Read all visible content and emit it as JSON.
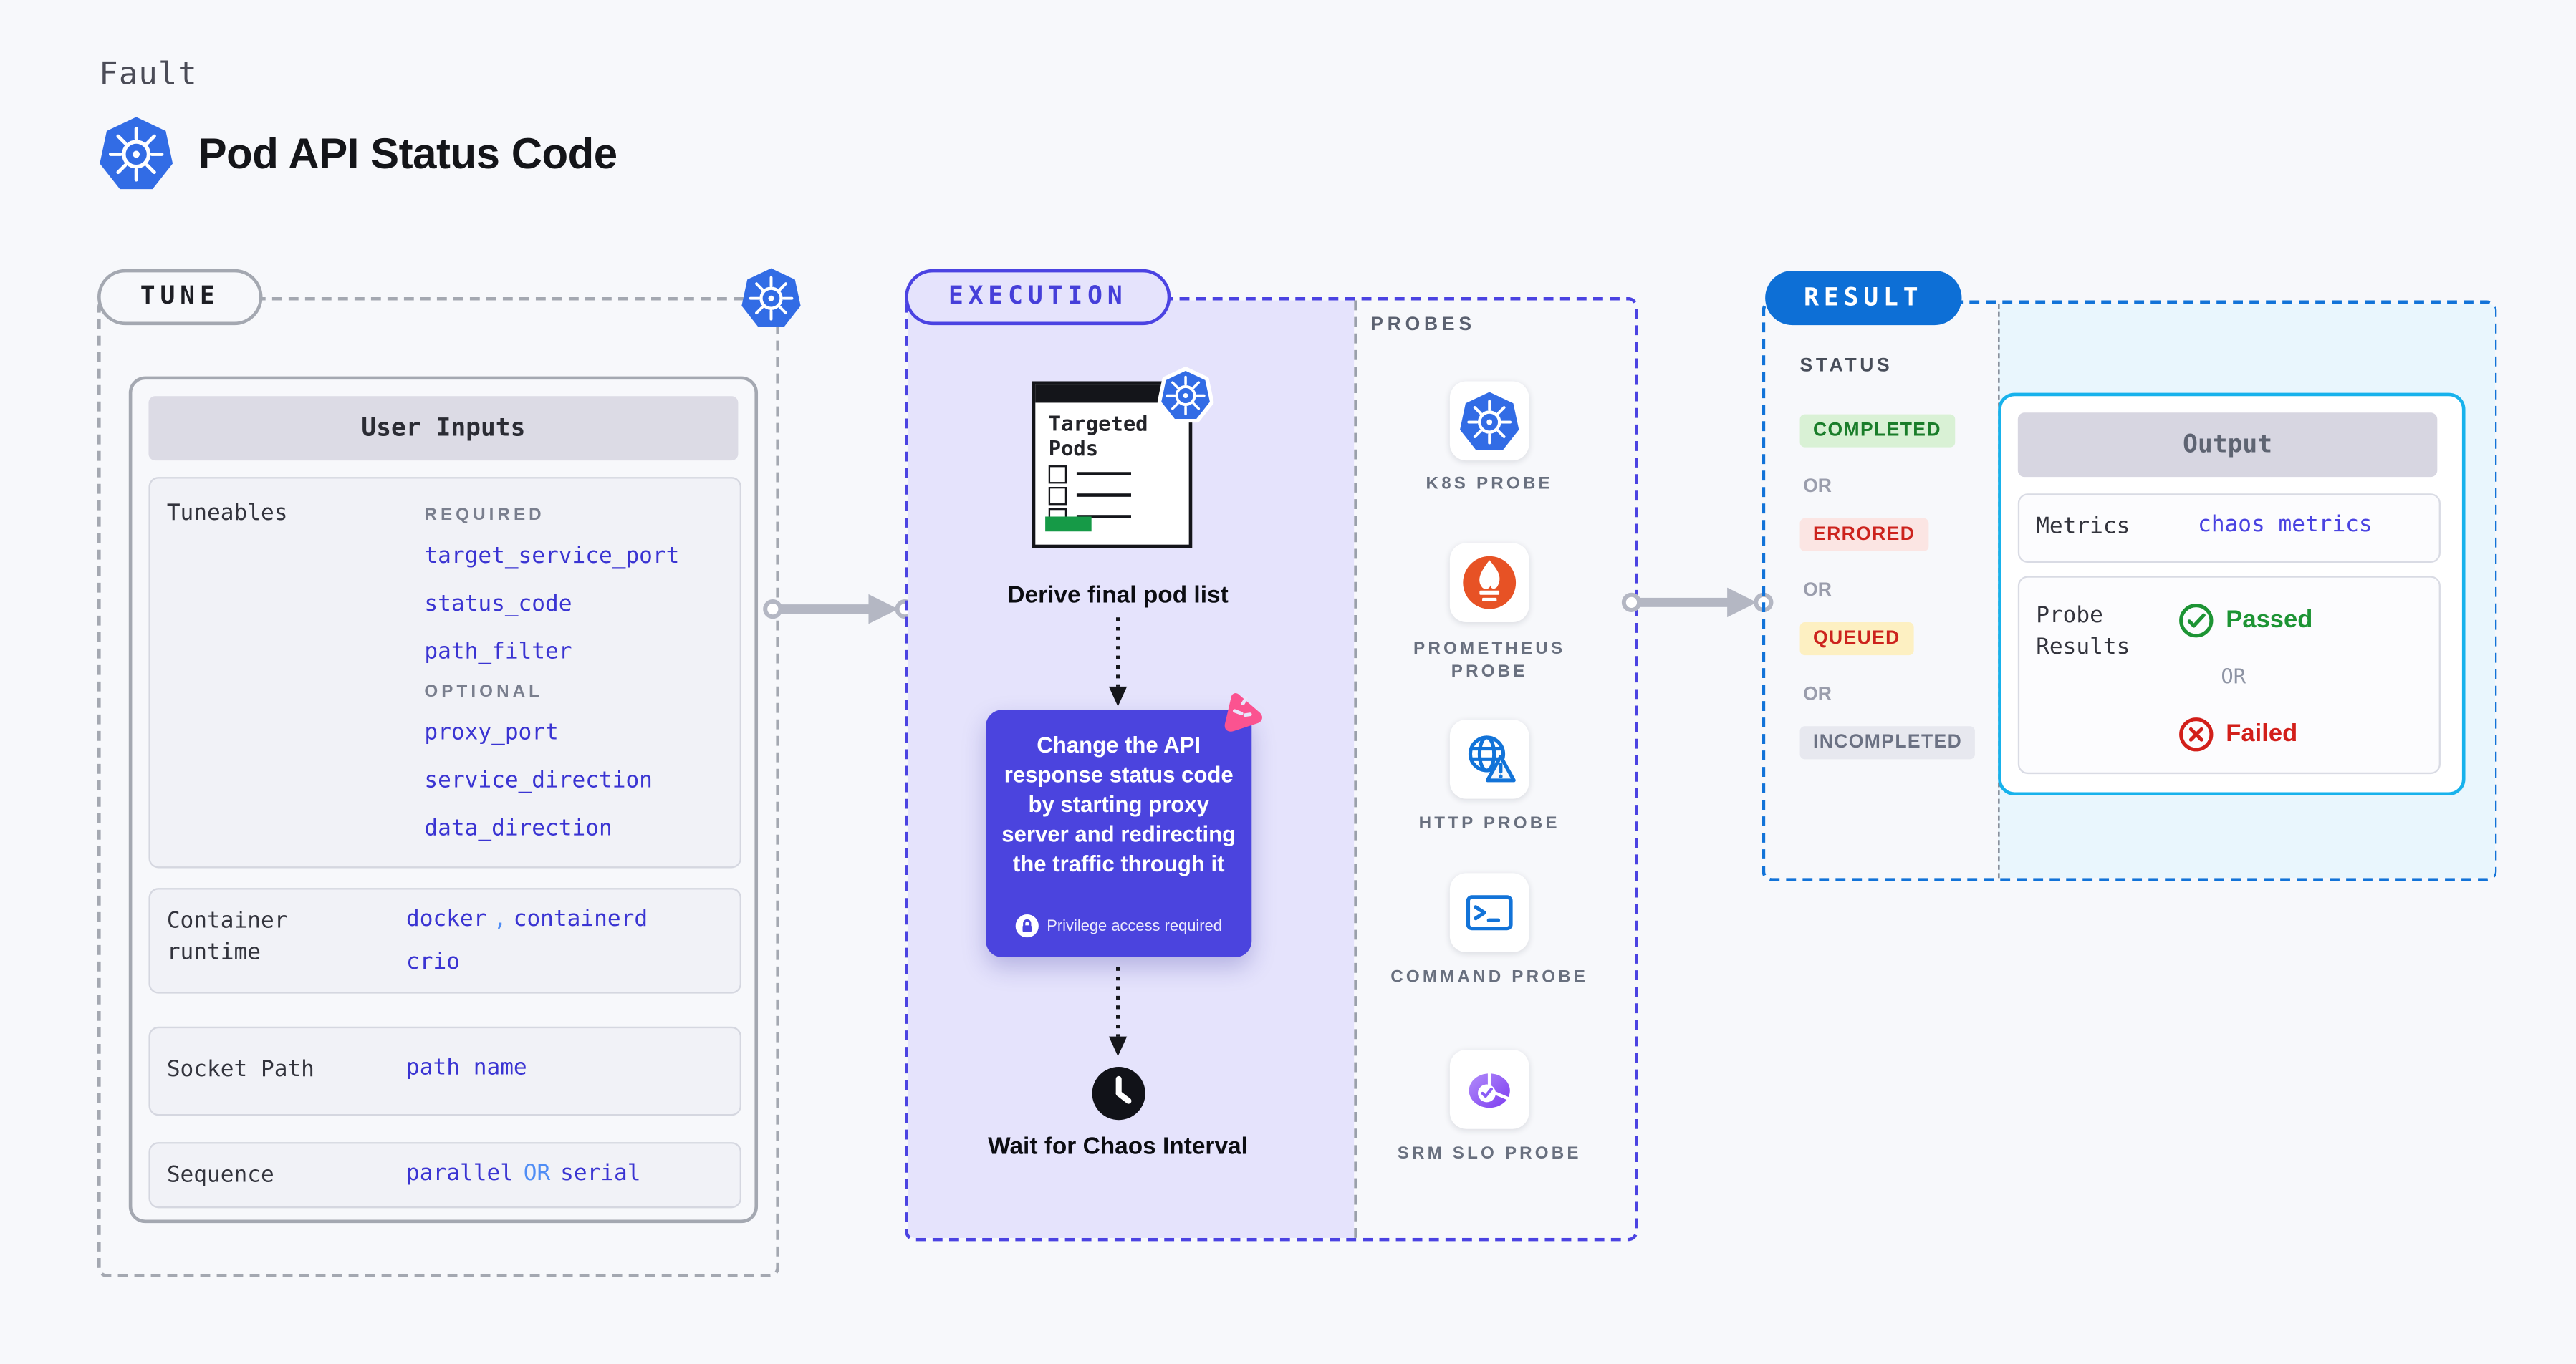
{
  "colors": {
    "page_bg": "#f7f8fb",
    "indigo_accent": "#4b43e2",
    "lavender_panel": "#e5e3fc",
    "value_indigo": "#3a34d2",
    "value_lightblue": "#4f8df5",
    "result_blue": "#0d6fd6",
    "output_border_cyan": "#17b2ec",
    "cyan_panel": "#e9f6fd",
    "kubernetes_blue": "#326ce5",
    "prometheus_orange": "#e75225",
    "chaos_pink": "#fb5390",
    "success_green": "#1a7d2a",
    "error_red": "#cc231d",
    "pods_green_bar": "#169a47"
  },
  "header": {
    "eyebrow": "Fault",
    "title": "Pod API Status Code"
  },
  "tune": {
    "label": "TUNE",
    "user_inputs_title": "User Inputs",
    "tuneables_label": "Tuneables",
    "required_label": "REQUIRED",
    "required": [
      "target_service_port",
      "status_code",
      "path_filter"
    ],
    "optional_label": "OPTIONAL",
    "optional": [
      "proxy_port",
      "service_direction",
      "data_direction"
    ],
    "container_runtime_label": "Container runtime",
    "container_runtime_values": [
      "docker",
      "containerd",
      "crio"
    ],
    "container_runtime_separator": ",",
    "socket_path_label": "Socket Path",
    "socket_path_value": "path name",
    "sequence_label": "Sequence",
    "sequence_value_a": "parallel",
    "sequence_or": "OR",
    "sequence_value_b": "serial"
  },
  "execution": {
    "label": "EXECUTION",
    "pods_card_title": "Targeted Pods",
    "derive_caption": "Derive final pod list",
    "action_text": "Change the API response status code by starting proxy server and redirecting the traffic through it",
    "privilege_note": "Privilege access required",
    "wait_caption": "Wait for Chaos Interval"
  },
  "probes": {
    "title": "PROBES",
    "items": [
      {
        "label": "K8S PROBE",
        "icon": "kubernetes-icon"
      },
      {
        "label": "PROMETHEUS PROBE",
        "icon": "prometheus-icon"
      },
      {
        "label": "HTTP PROBE",
        "icon": "http-globe-warning-icon"
      },
      {
        "label": "COMMAND PROBE",
        "icon": "terminal-icon"
      },
      {
        "label": "SRM SLO PROBE",
        "icon": "slo-pie-check-icon"
      }
    ]
  },
  "result": {
    "label": "RESULT",
    "status_title": "STATUS",
    "or_label": "OR",
    "statuses": [
      {
        "label": "COMPLETED"
      },
      {
        "label": "ERRORED"
      },
      {
        "label": "QUEUED"
      },
      {
        "label": "INCOMPLETED"
      }
    ],
    "output": {
      "title": "Output",
      "metrics_label": "Metrics",
      "metrics_value": "chaos metrics",
      "probe_results_label": "Probe Results",
      "passed_label": "Passed",
      "or_label": "OR",
      "failed_label": "Failed"
    }
  }
}
